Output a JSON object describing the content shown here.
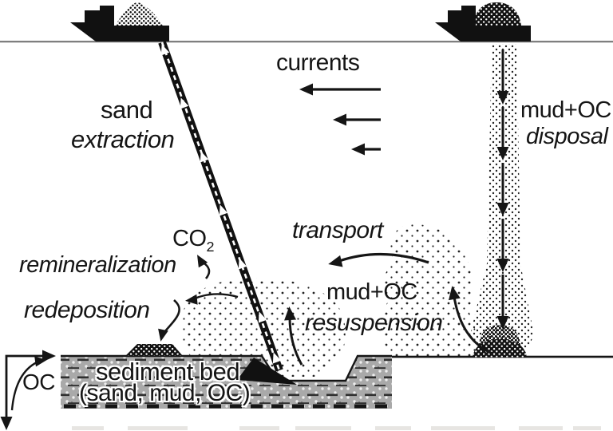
{
  "diagram": {
    "labels": {
      "currents": "currents",
      "sand": "sand",
      "extraction": "extraction",
      "mud_oc_top": "mud+OC",
      "disposal": "disposal",
      "co2": "CO",
      "co2_sub": "2",
      "remineralization": "remineralization",
      "transport": "transport",
      "redeposition": "redeposition",
      "mud_oc_mid": "mud+OC",
      "resuspension": "resuspension",
      "sediment_bed": "sediment bed",
      "sediment_bed_detail": "(sand, mud, OC)",
      "oc": "OC"
    },
    "icons": {
      "left_ship": "dredging-ship-with-sand-cargo-icon",
      "right_ship": "disposal-ship-with-mud-cargo-icon",
      "suction_pipe": "suction-pipe-with-upward-flow-arrows",
      "drag_head": "drag-head-at-pit-bottom",
      "disposal_plume": "settling-plume-with-down-arrows",
      "currents_arrows": "three-left-arrows-decreasing-with-depth",
      "sediment_bed": "hatched-sediment-bed-with-extraction-pit",
      "redeposition_mound": "redeposited-sediment-mound",
      "disposal_mound": "disposed-mud-mound",
      "oc_arrows": "oc-burial-and-return-arrows"
    },
    "colors": {
      "ink": "#151515",
      "waterline_gray": "#7f7f7f",
      "bed_gray": "#a9a9a9",
      "background": "#ffffff"
    }
  }
}
